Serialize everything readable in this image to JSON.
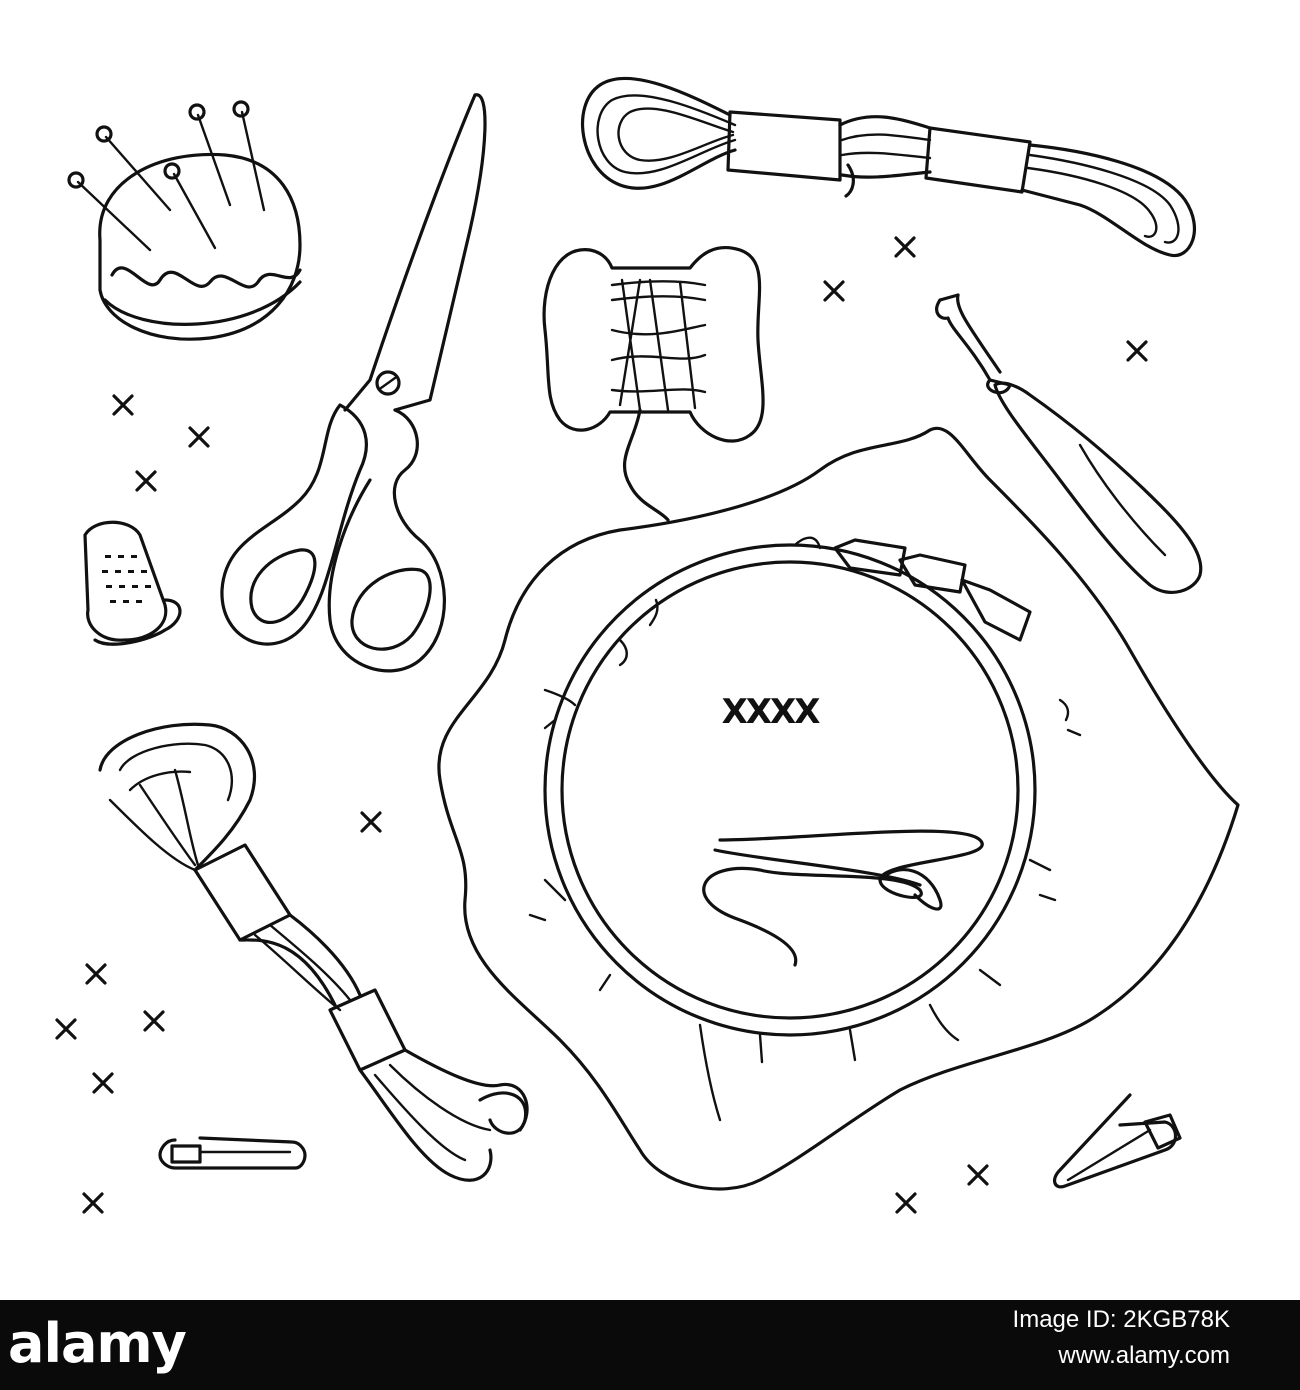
{
  "illustration": {
    "background": "#ffffff",
    "ink": "#111111",
    "items": {
      "hoop_stitches": "XXXX"
    }
  },
  "footer": {
    "background": "#0a0a0a",
    "brand": "alamy",
    "image_id": "Image ID: 2KGB78K",
    "url": "www.alamy.com"
  }
}
